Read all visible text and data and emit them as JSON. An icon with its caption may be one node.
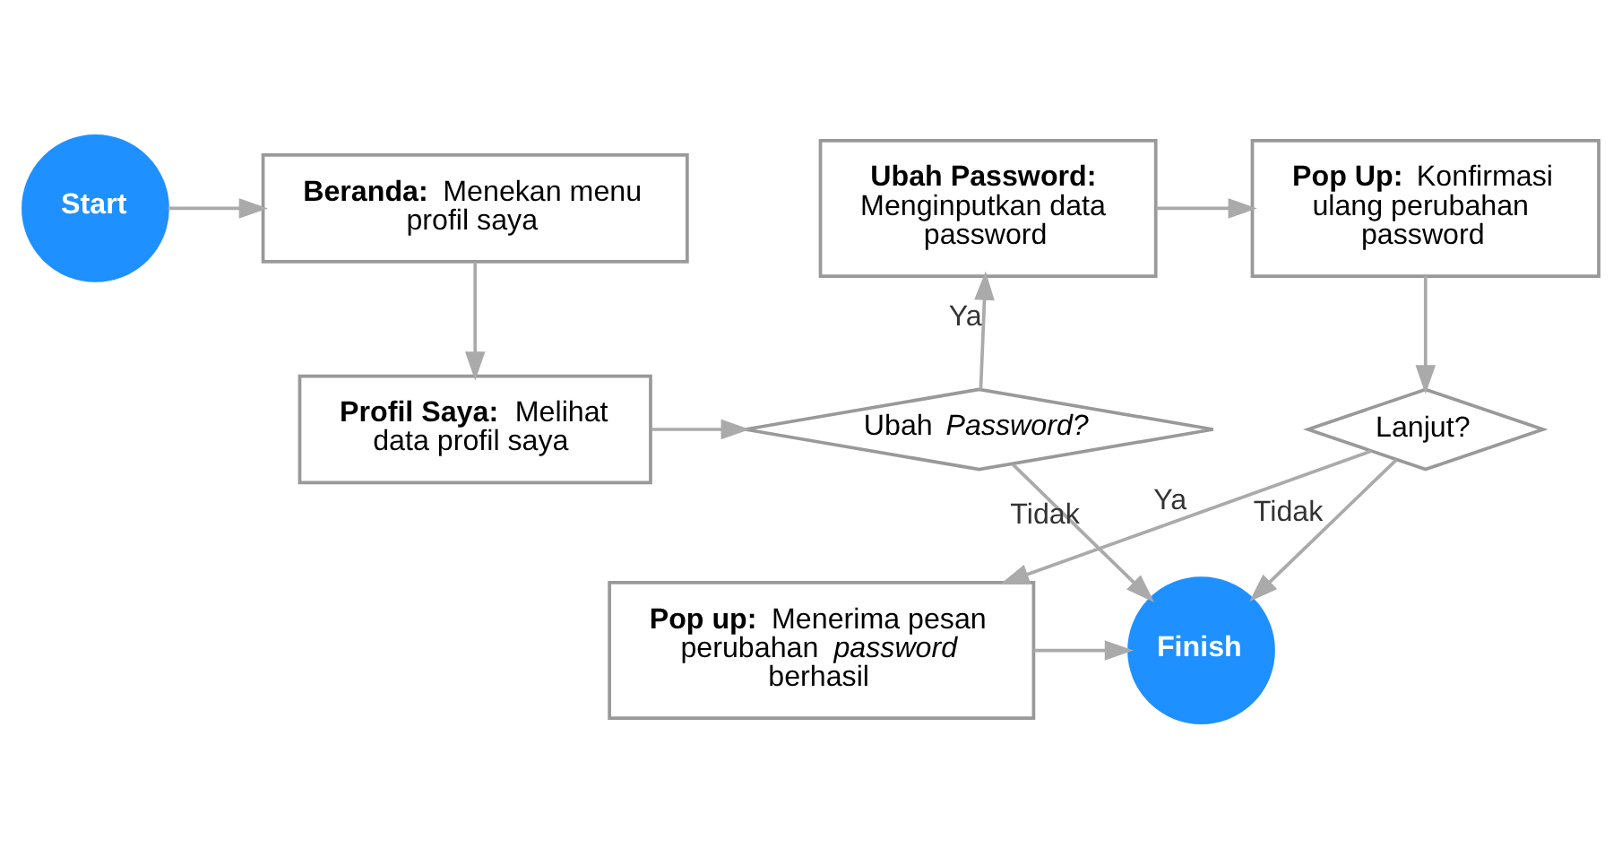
{
  "diagram": {
    "nodes": [
      {
        "text": [
          "Start"
        ]
      },
      {
        "text": [
          "**Beranda:** Menekan menu profil saya"
        ]
      },
      {
        "text": [
          "**Profil Saya:** Melihat data profil saya"
        ]
      },
      {
        "text": [
          "Ubah *Password?*"
        ]
      },
      {
        "text": [
          "**Ubah Password:** Menginputkan data password"
        ]
      },
      {
        "text": [
          "**Pop Up:** Konfirmasi ulang perubahan password"
        ]
      },
      {
        "text": [
          "Lanjut?"
        ]
      },
      {
        "text": [
          "**Pop up:** Menerima pesan perubahan *password* berhasil"
        ]
      },
      {
        "text": [
          "Finish"
        ]
      }
    ],
    "edges": [
      {
        "from": 0,
        "to": 1,
        "arrow": "to"
      },
      {
        "from": 1,
        "to": 2,
        "arrow": "to"
      },
      {
        "from": 2,
        "to": 3,
        "arrow": "to"
      },
      {
        "from": 3,
        "to": 4,
        "arrow": "to",
        "label": "Ya"
      },
      {
        "from": 4,
        "to": 5,
        "arrow": "to"
      },
      {
        "from": 5,
        "to": 6,
        "arrow": "to"
      },
      {
        "from": 6,
        "to": 7,
        "arrow": "to",
        "label": "Ya"
      },
      {
        "from": 3,
        "to": 8,
        "arrow": "to",
        "label": "Tidak"
      },
      {
        "from": 6,
        "to": 8,
        "arrow": "to",
        "label": "Tidak"
      },
      {
        "from": 7,
        "to": 8,
        "arrow": "to"
      }
    ]
  }
}
